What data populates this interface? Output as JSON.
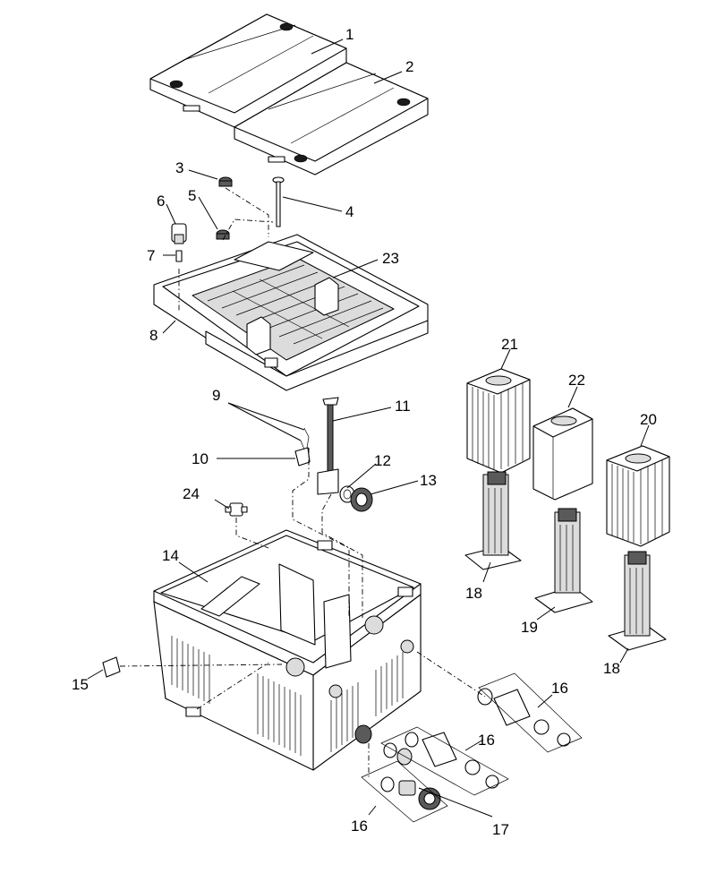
{
  "diagram": {
    "labels": {
      "l1": "1",
      "l2": "2",
      "l3": "3",
      "l4": "4",
      "l5": "5",
      "l6": "6",
      "l7": "7",
      "l8": "8",
      "l9": "9",
      "l10": "10",
      "l11": "11",
      "l12": "12",
      "l13": "13",
      "l14": "14",
      "l15": "15",
      "l16a": "16",
      "l16b": "16",
      "l16c": "16",
      "l17": "17",
      "l18a": "18",
      "l18b": "18",
      "l19": "19",
      "l20": "20",
      "l21": "21",
      "l22": "22",
      "l23": "23",
      "l24": "24"
    }
  },
  "colors": {
    "line": "#000000",
    "background": "#ffffff",
    "part_fill": "#ffffff",
    "shade": "#dcdcdc"
  }
}
